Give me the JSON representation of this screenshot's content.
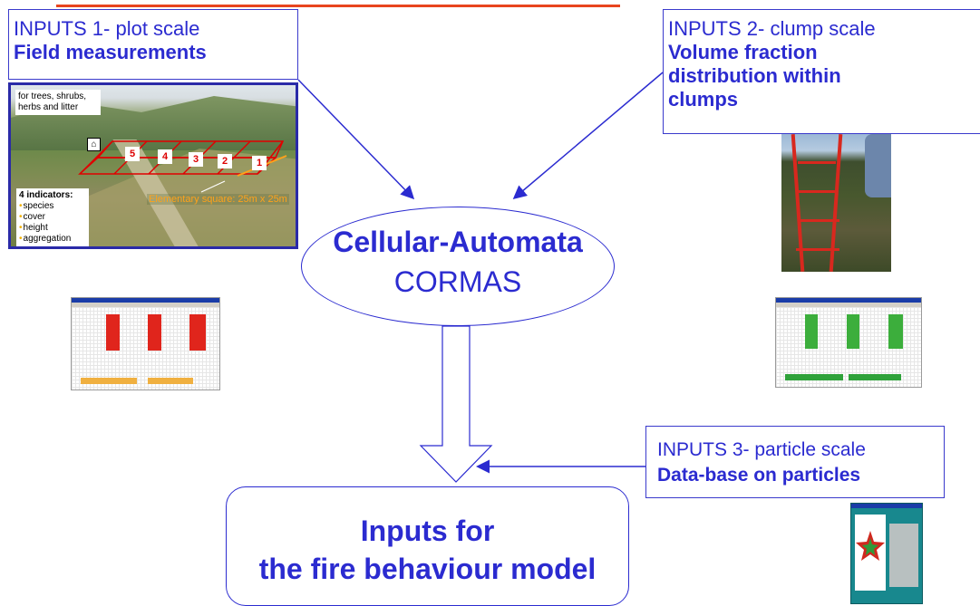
{
  "inputs1": {
    "title": "INPUTS 1- plot scale",
    "subtitle": "Field measurements"
  },
  "inputs2": {
    "title": "INPUTS 2- clump scale",
    "subtitle": "Volume fraction distribution within clumps"
  },
  "inputs3": {
    "title": "INPUTS 3- particle scale",
    "subtitle": "Data-base on particles"
  },
  "photo": {
    "top_label": "for trees, shrubs, herbs and litter",
    "indicators_title": "4 indicators:",
    "indicators": [
      "species",
      "cover",
      "height",
      "aggregation"
    ],
    "plots": [
      "5",
      "4",
      "3",
      "2",
      "1"
    ],
    "elementary_square": "Elementary square: 25m x 25m"
  },
  "center": {
    "line1": "Cellular-Automata",
    "line2": "CORMAS"
  },
  "output": {
    "line1": "Inputs for",
    "line2": "the fire behaviour model"
  },
  "colors": {
    "accent_blue": "#2b2bd0",
    "top_rule": "#e8451e",
    "plot_red": "#d00000",
    "clump_green": "#2faa3a"
  }
}
